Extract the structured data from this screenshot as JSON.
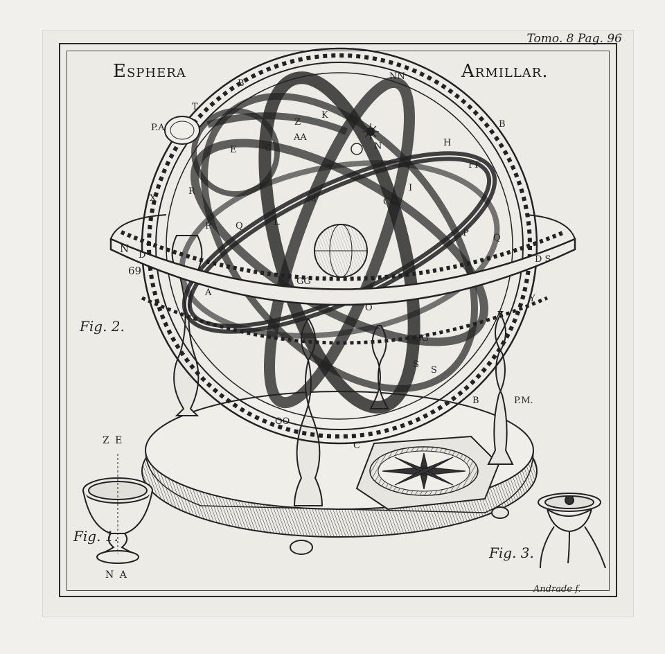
{
  "plate": {
    "title_left": "Esphera",
    "title_right": "Armillar.",
    "page_ref": "Tomo. 8 Pag. 96",
    "engraver": "Andrade f.",
    "fig_1": "Fig. 1.",
    "fig_2": "Fig. 2.",
    "fig_3": "Fig. 3.",
    "ze_label": "Z E",
    "na_label": "N A"
  },
  "sphere_letters": {
    "nn": "NN",
    "b_top": "B",
    "b_right": "B",
    "b_bottom": "B",
    "t": "T",
    "pa": "P.A",
    "z": "Z",
    "k": "K",
    "aa": "AA",
    "n": "N",
    "x": "X",
    "r": "R",
    "p": "P",
    "q": "Q",
    "m": "M",
    "l": "L",
    "h": "H",
    "ff": "FF",
    "i": "I",
    "cc": "CC",
    "g": "G",
    "e": "E",
    "gg": "GG",
    "a": "A",
    "o": "O",
    "d": "D",
    "s": "S",
    "y": "Y",
    "sixtynine": "69",
    "pm": "P.M.",
    "oo": "OO",
    "c": "C",
    "ds": "D S"
  },
  "colors": {
    "ink": "#222222",
    "paper": "#ecebe6"
  },
  "icons": [
    "armillary-sphere",
    "compass-rose",
    "sun-glyph",
    "moon-face",
    "globe"
  ]
}
